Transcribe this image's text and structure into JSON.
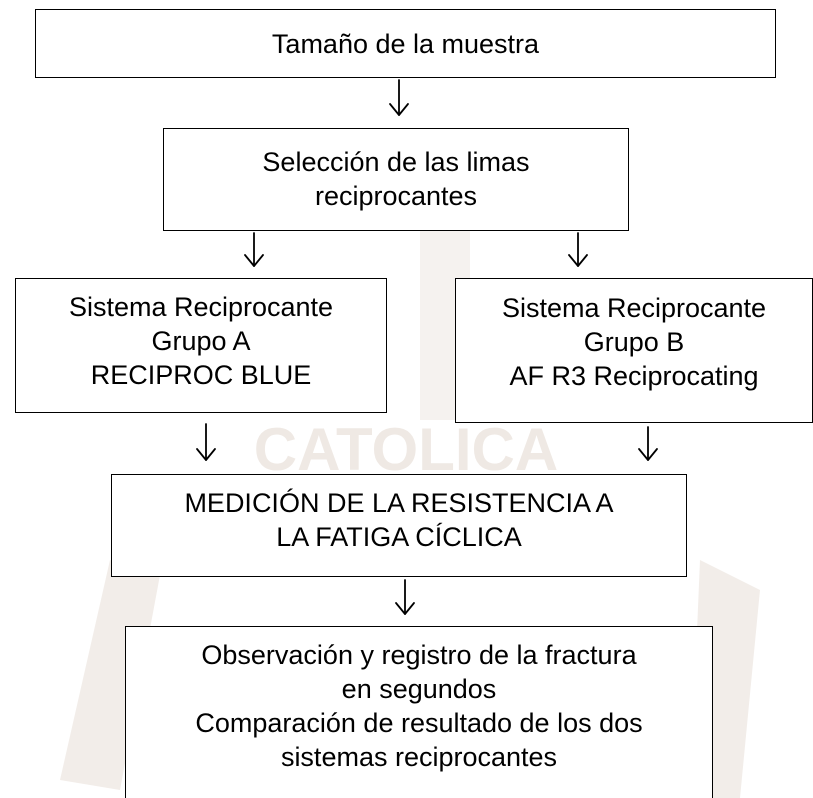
{
  "diagram": {
    "boxes": [
      {
        "lines": [
          "Tamaño de la muestra"
        ]
      },
      {
        "lines": [
          "Selección de las limas",
          "reciprocantes"
        ]
      },
      {
        "lines": [
          "Sistema Reciprocante",
          "Grupo A",
          "RECIPROC BLUE"
        ]
      },
      {
        "lines": [
          "Sistema Reciprocante",
          "Grupo B",
          "AF R3 Reciprocating"
        ]
      },
      {
        "lines": [
          "MEDICIÓN DE LA RESISTENCIA A",
          "LA FATIGA CÍCLICA"
        ]
      },
      {
        "lines": [
          "Observación y registro de la fractura",
          "en segundos",
          "Comparación de resultado de los dos",
          "sistemas reciprocantes"
        ]
      }
    ]
  },
  "watermark": {
    "text": "CATOLICA",
    "color": "#ede7e2"
  },
  "colors": {
    "stroke": "#000000",
    "background": "#ffffff"
  }
}
